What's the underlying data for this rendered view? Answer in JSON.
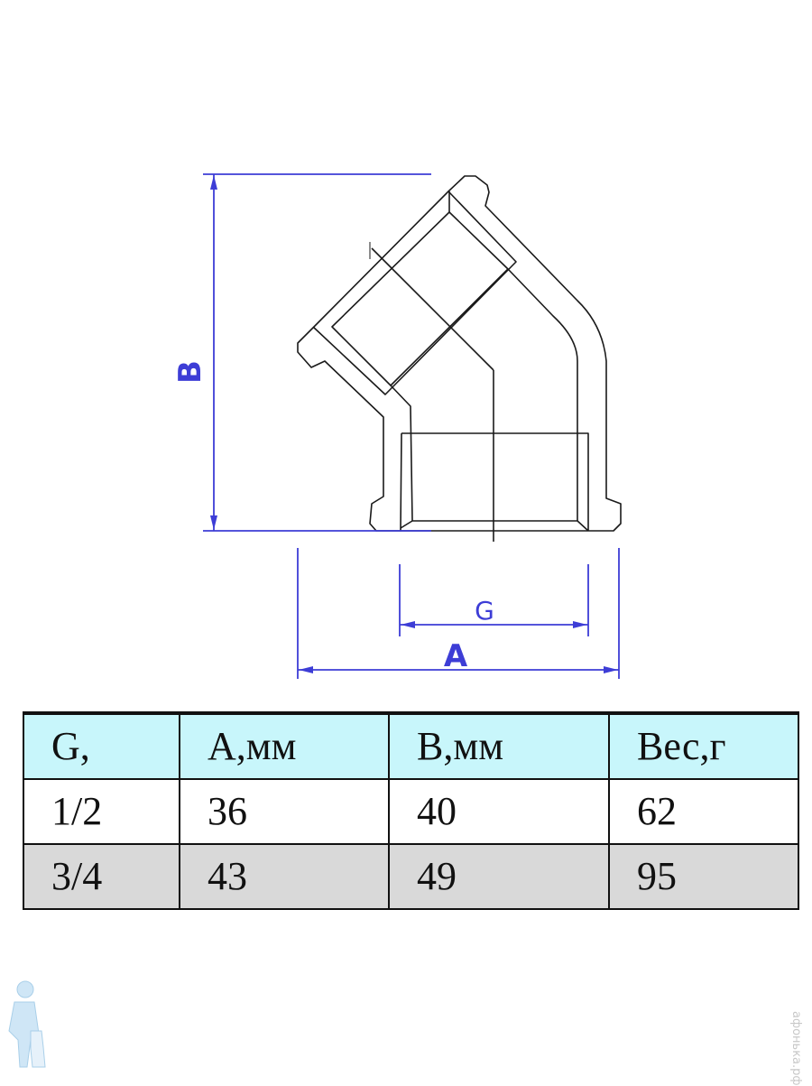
{
  "drawing": {
    "labels": {
      "B": "B",
      "A": "A",
      "G": "G"
    },
    "dimension_color": "#3d3dd6",
    "line_color": "#1a1a1a"
  },
  "table": {
    "header": [
      "G,",
      "A,мм",
      "B,мм",
      "Вес,г"
    ],
    "rows": [
      [
        "1/2",
        "36",
        "40",
        "62"
      ],
      [
        "3/4",
        "43",
        "49",
        "95"
      ]
    ],
    "header_color": "#c8f6fb",
    "alt_row_color": "#d9d9d9"
  },
  "watermark": {
    "text": "афонька.рф"
  }
}
